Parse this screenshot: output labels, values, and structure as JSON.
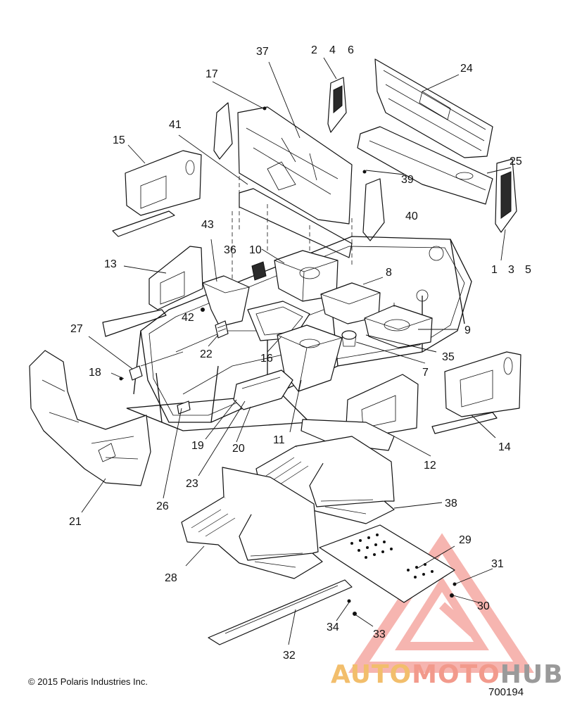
{
  "diagram": {
    "copyright": "© 2015 Polaris Industries Inc.",
    "drawing_number": "700194",
    "watermark": {
      "part1": "AUTO",
      "part2": "MOTO",
      "part3": "HUB",
      "colors": {
        "auto": "#f2be6c",
        "moto": "#f29a8c",
        "hub": "#9a9a9a",
        "triangle": "#f07a70"
      }
    },
    "callouts": {
      "c1": "1",
      "c2": "2",
      "c3": "3",
      "c4": "4",
      "c5": "5",
      "c6": "6",
      "c7": "7",
      "c8": "8",
      "c9": "9",
      "c10": "10",
      "c11": "11",
      "c12": "12",
      "c13": "13",
      "c14": "14",
      "c15": "15",
      "c16": "16",
      "c17": "17",
      "c18": "18",
      "c19": "19",
      "c20": "20",
      "c21": "21",
      "c22": "22",
      "c23": "23",
      "c24": "24",
      "c25": "25",
      "c26": "26",
      "c27": "27",
      "c28": "28",
      "c29": "29",
      "c30": "30",
      "c31": "31",
      "c32": "32",
      "c33": "33",
      "c34": "34",
      "c35": "35",
      "c36": "36",
      "c37": "37",
      "c38": "38",
      "c39": "39",
      "c40": "40",
      "c41": "41",
      "c42": "42",
      "c43": "43"
    }
  }
}
